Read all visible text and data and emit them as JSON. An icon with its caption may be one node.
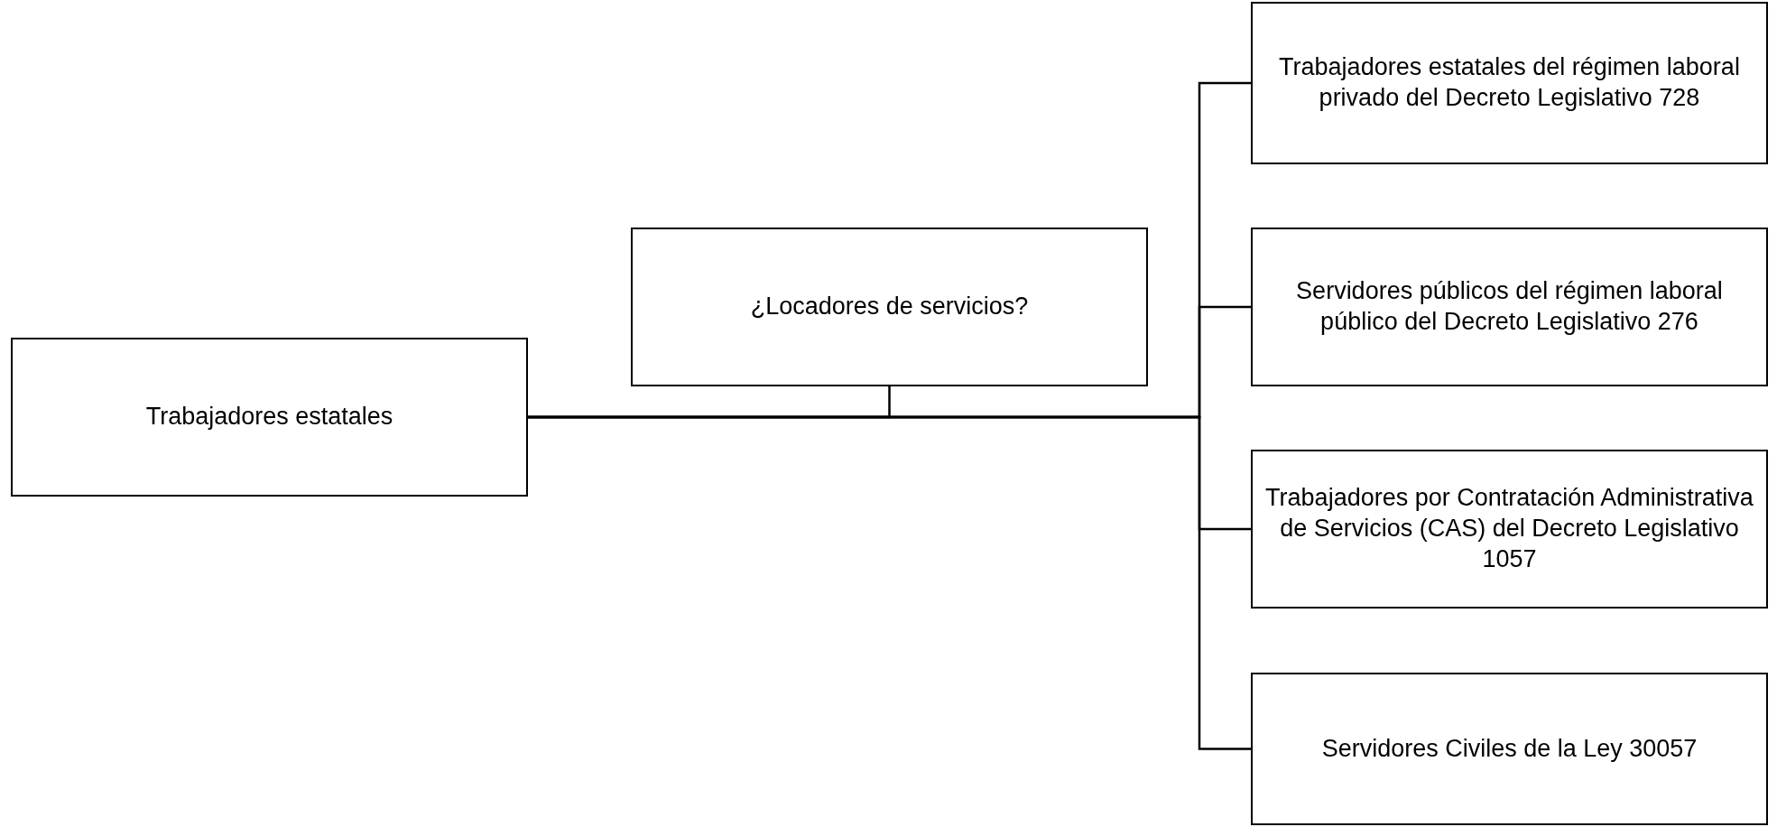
{
  "diagram": {
    "nodes": [
      {
        "text": [
          "Trabajadores estatales"
        ]
      },
      {
        "text": [
          "¿Locadores de servicios?"
        ]
      },
      {
        "text": [
          "Trabajadores estatales del régimen laboral privado del Decreto Legislativo 728"
        ]
      },
      {
        "text": [
          "Servidores públicos del régimen laboral público del Decreto Legislativo 276"
        ]
      },
      {
        "text": [
          "Trabajadores por Contratación Administrativa de Servicios (CAS) del Decreto Legislativo 1057"
        ]
      },
      {
        "text": [
          "Servidores Civiles de la Ley 30057"
        ]
      }
    ],
    "edges": [
      {
        "from": 0,
        "to": 1,
        "arrow": "none"
      },
      {
        "from": 0,
        "to": 2,
        "arrow": "none"
      },
      {
        "from": 0,
        "to": 3,
        "arrow": "none"
      },
      {
        "from": 0,
        "to": 4,
        "arrow": "none"
      },
      {
        "from": 0,
        "to": 5,
        "arrow": "none"
      }
    ]
  }
}
